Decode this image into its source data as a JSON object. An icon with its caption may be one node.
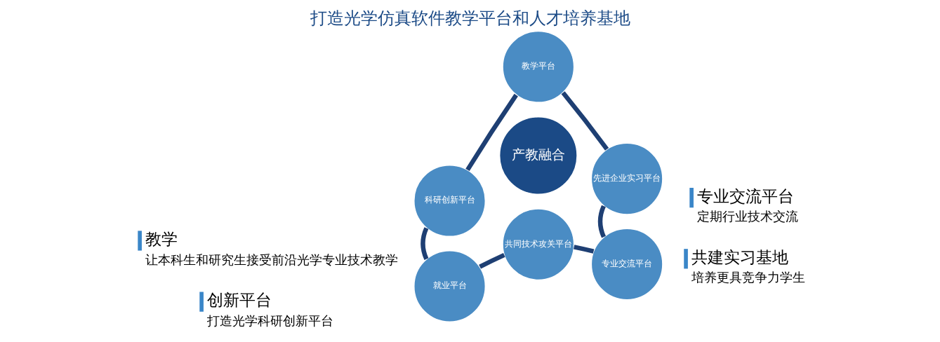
{
  "diagram": {
    "title": "打造光学仿真软件教学平台和人才培养基地",
    "nodes": [
      {
        "text": [
          "教学平台"
        ]
      },
      {
        "text": [
          "科研创新平台"
        ]
      },
      {
        "text": [
          "先进企业实习平台"
        ]
      },
      {
        "text": [
          "产教融合"
        ]
      },
      {
        "text": [
          "就业平台"
        ]
      },
      {
        "text": [
          "专业交流平台"
        ]
      },
      {
        "text": [
          "共同技术攻关平台"
        ]
      }
    ],
    "edges": [
      {
        "from": 0,
        "to": 2,
        "arrow": "none"
      },
      {
        "from": 2,
        "to": 5,
        "arrow": "none"
      },
      {
        "from": 5,
        "to": 6,
        "arrow": "none"
      },
      {
        "from": 6,
        "to": 4,
        "arrow": "none"
      },
      {
        "from": 4,
        "to": 1,
        "arrow": "none"
      },
      {
        "from": 1,
        "to": 0,
        "arrow": "none"
      }
    ],
    "labels": [
      "教学",
      "让本科生和研究生接受前沿光学专业技术教学",
      "专业交流平台",
      "定期行业技术交流",
      "创新平台",
      "打造光学科研创新平台",
      "共建实习基地",
      "培养更具竞争力学生"
    ]
  }
}
